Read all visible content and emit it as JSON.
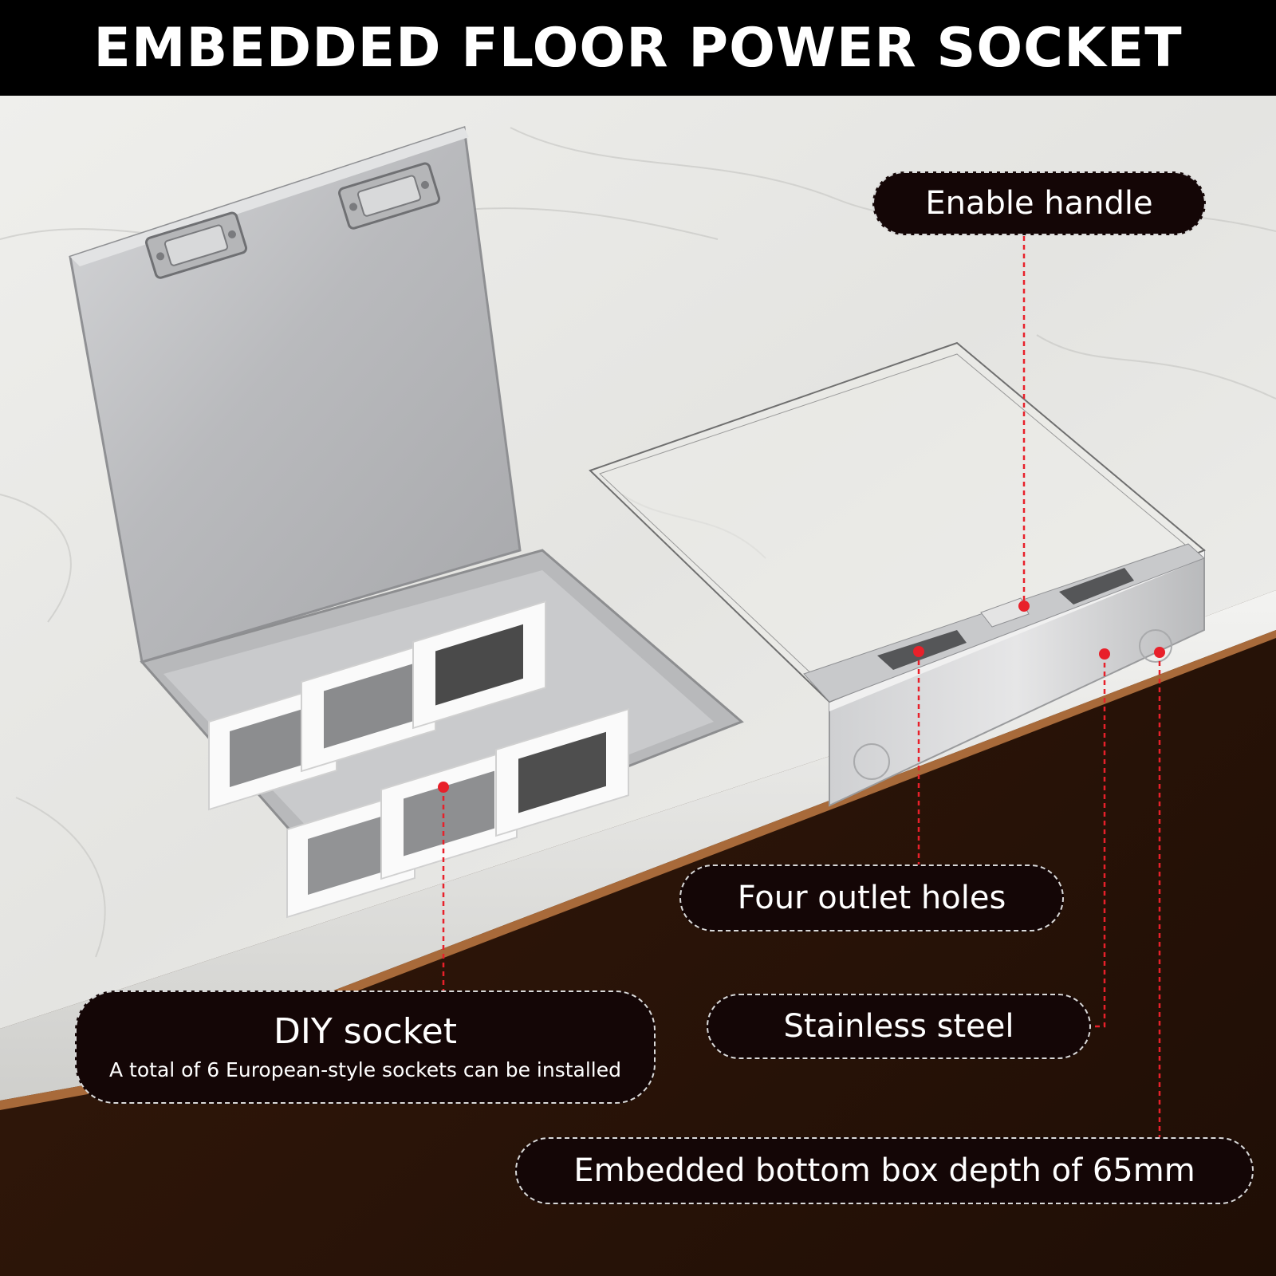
{
  "header": {
    "title": "EMBEDDED FLOOR POWER SOCKET"
  },
  "callouts": {
    "enable_handle": "Enable handle",
    "four_outlet_holes": "Four outlet holes",
    "diy_socket": "DIY socket",
    "diy_socket_detail": "A total of 6 European-style sockets can be installed",
    "stainless_steel": "Stainless steel",
    "bottom_box_depth": "Embedded bottom box depth of 65mm"
  },
  "colors": {
    "title_bar": "#000000",
    "callout_fill": "#140606",
    "leader_line": "#e8202a",
    "marble": "#e9e9e6",
    "wood": "#2a1408",
    "steel": "#c3c4c6"
  }
}
